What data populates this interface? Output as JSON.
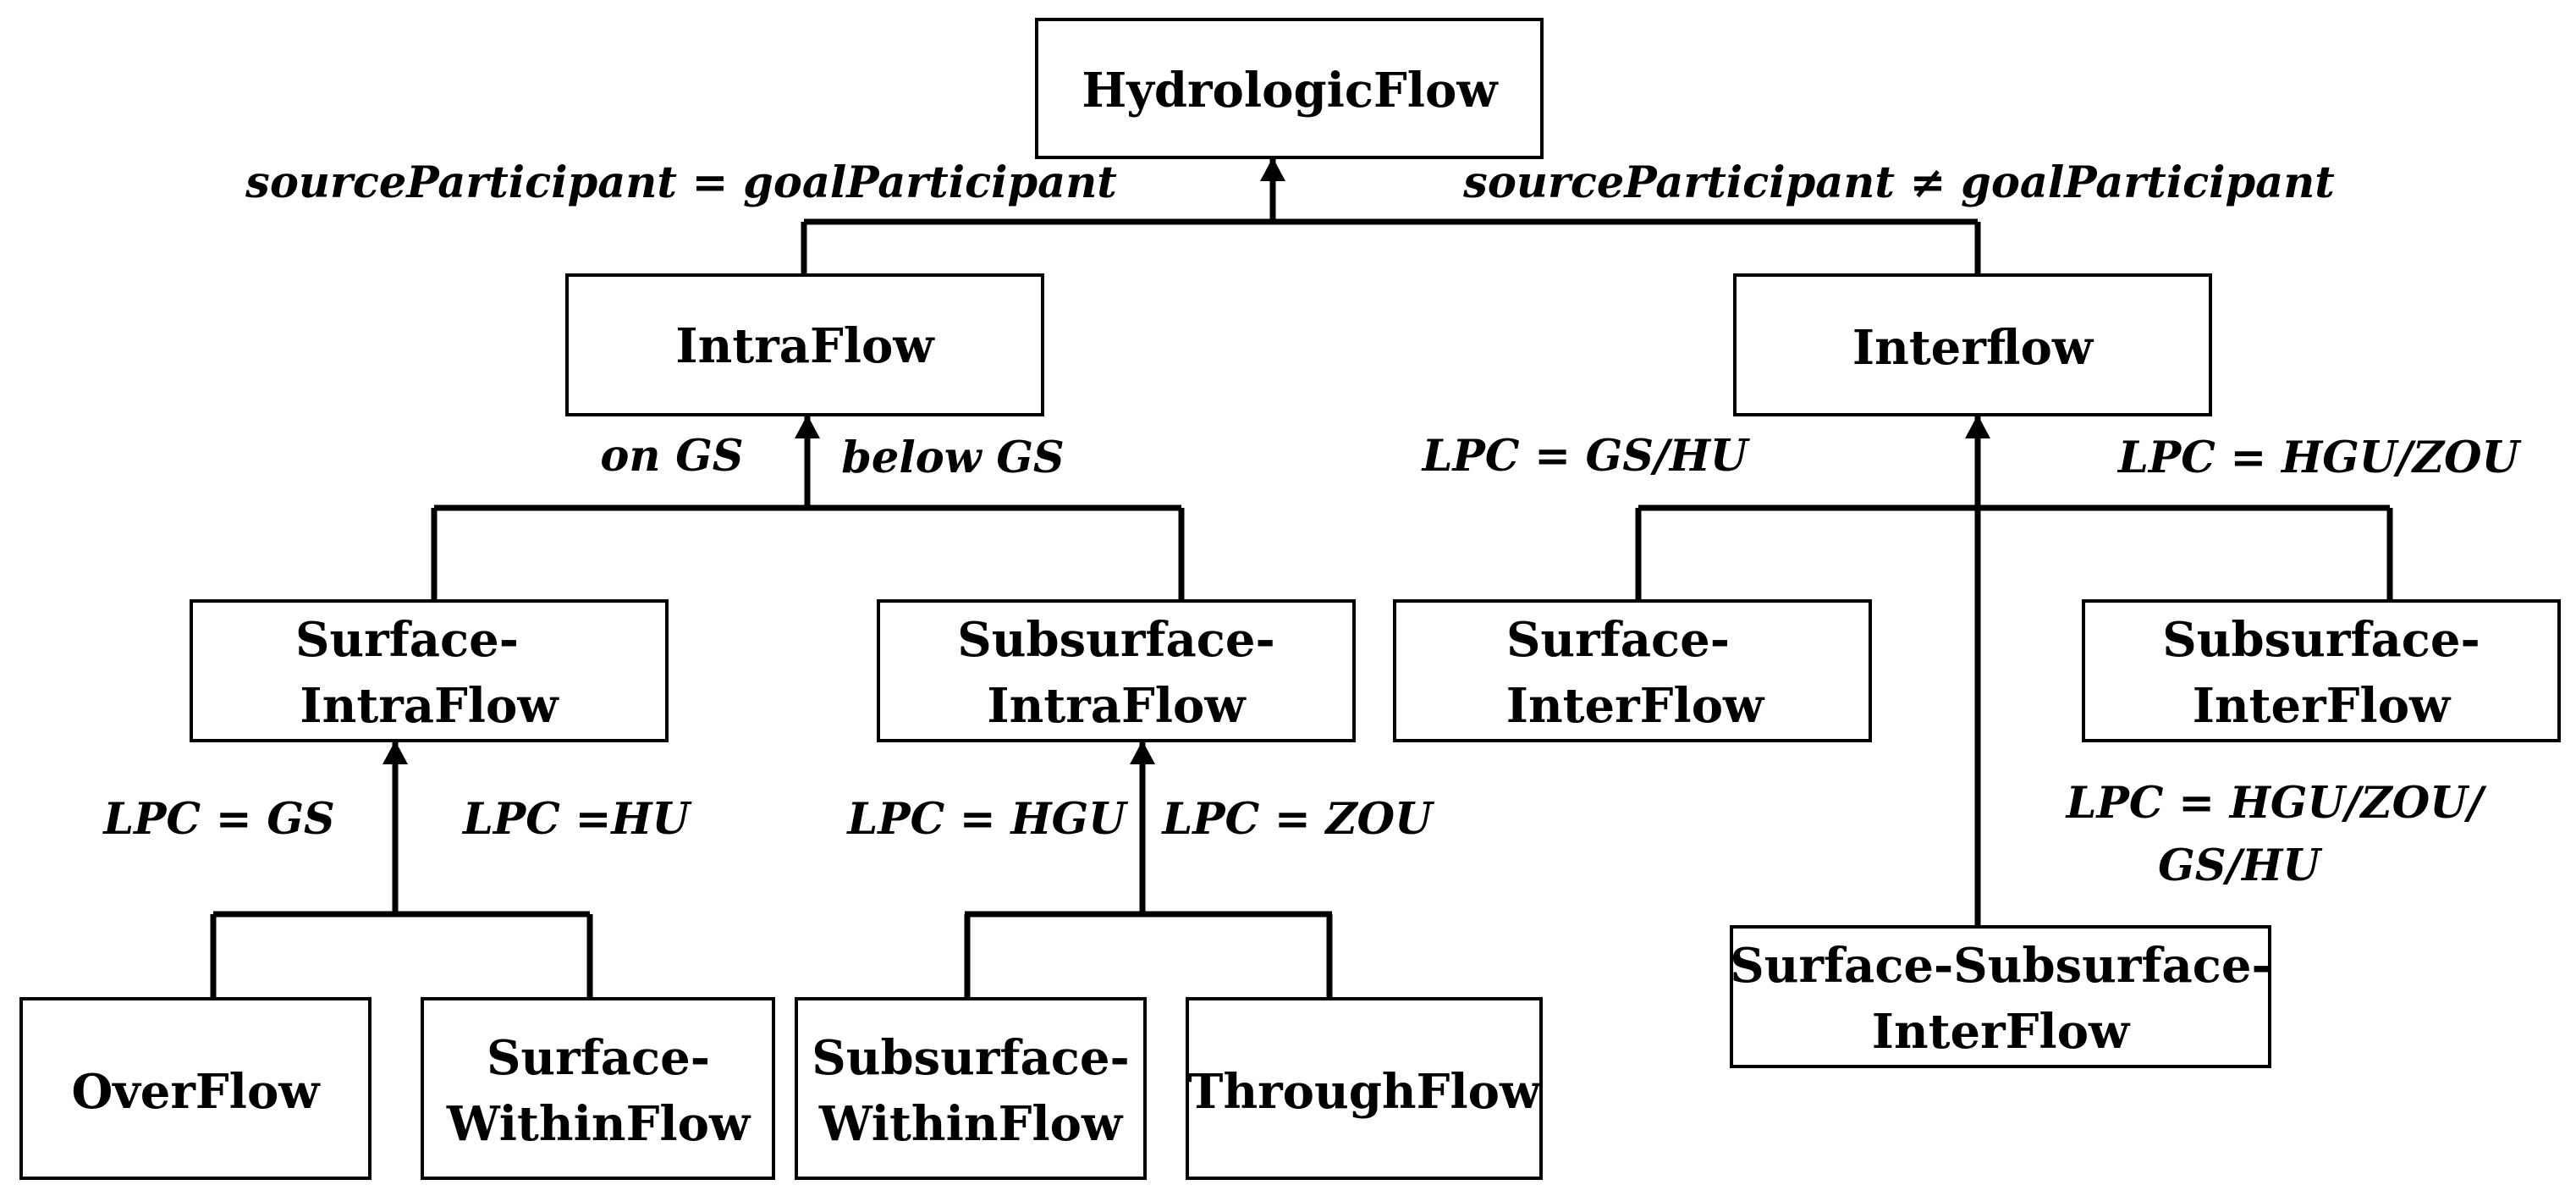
{
  "nodes": {
    "hydrologic_flow": [
      "HydrologicFlow"
    ],
    "intra_flow": [
      "IntraFlow"
    ],
    "interflow": [
      "Interflow"
    ],
    "surface_intra_flow": [
      "Surface-",
      "IntraFlow"
    ],
    "subsurface_intra_flow": [
      "Subsurface-",
      "IntraFlow"
    ],
    "surface_inter_flow": [
      "Surface-",
      "InterFlow"
    ],
    "subsurface_inter_flow": [
      "Subsurface-",
      "InterFlow"
    ],
    "over_flow": [
      "OverFlow"
    ],
    "surface_within_flow": [
      "Surface-",
      "WithinFlow"
    ],
    "subsurface_within_flow": [
      "Subsurface-",
      "WithinFlow"
    ],
    "through_flow": [
      "ThroughFlow"
    ],
    "surface_subsurface_inter_flow": [
      "Surface-Subsurface-",
      "InterFlow"
    ]
  },
  "labels": {
    "source_eq_goal": "sourceParticipant = goalParticipant",
    "source_neq_goal": "sourceParticipant ≠ goalParticipant",
    "on_gs": "on GS",
    "below_gs": "below GS",
    "lpc_gs_hu": "LPC = GS/HU",
    "lpc_hgu_zou": "LPC = HGU/ZOU",
    "lpc_gs": "LPC = GS",
    "lpc_hu": "LPC =HU",
    "lpc_hgu": "LPC = HGU",
    "lpc_zou": "LPC = ZOU",
    "lpc_hgu_zou_gs_hu_1": "LPC = HGU/ZOU/",
    "lpc_hgu_zou_gs_hu_2": "GS/HU"
  }
}
